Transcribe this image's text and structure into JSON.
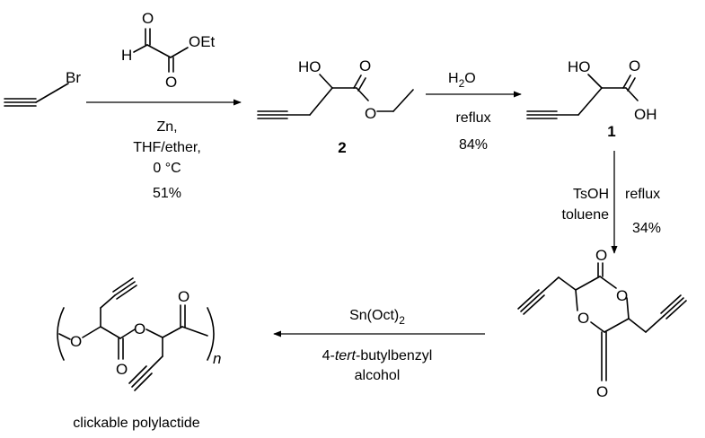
{
  "colors": {
    "ink": "#000000",
    "background": "#ffffff"
  },
  "atoms": {
    "br": "Br",
    "h": "H",
    "o": "O",
    "oet": "OEt",
    "ho": "HO",
    "oh": "OH"
  },
  "labels": {
    "compound_2": "2",
    "compound_1": "1",
    "polymer_n": "n",
    "polymer_caption": "clickable polylactide"
  },
  "steps": {
    "step1": {
      "line1": "Zn,",
      "line2": "THF/ether,",
      "line3": "0 °C",
      "yield": "51%"
    },
    "step2": {
      "reagent": "H",
      "reagent_sub": "2",
      "reagent_tail": "O",
      "condition": "reflux",
      "yield": "84%"
    },
    "step3": {
      "reagent1": "TsOH",
      "solvent": "toluene",
      "condition": "reflux",
      "yield": "34%"
    },
    "step4": {
      "catalyst": "Sn(Oct)",
      "catalyst_sub": "2",
      "initiator_prefix": "4-",
      "initiator_italic": "tert",
      "initiator_suffix": "-butylbenzyl",
      "initiator_line2": "alcohol"
    }
  }
}
